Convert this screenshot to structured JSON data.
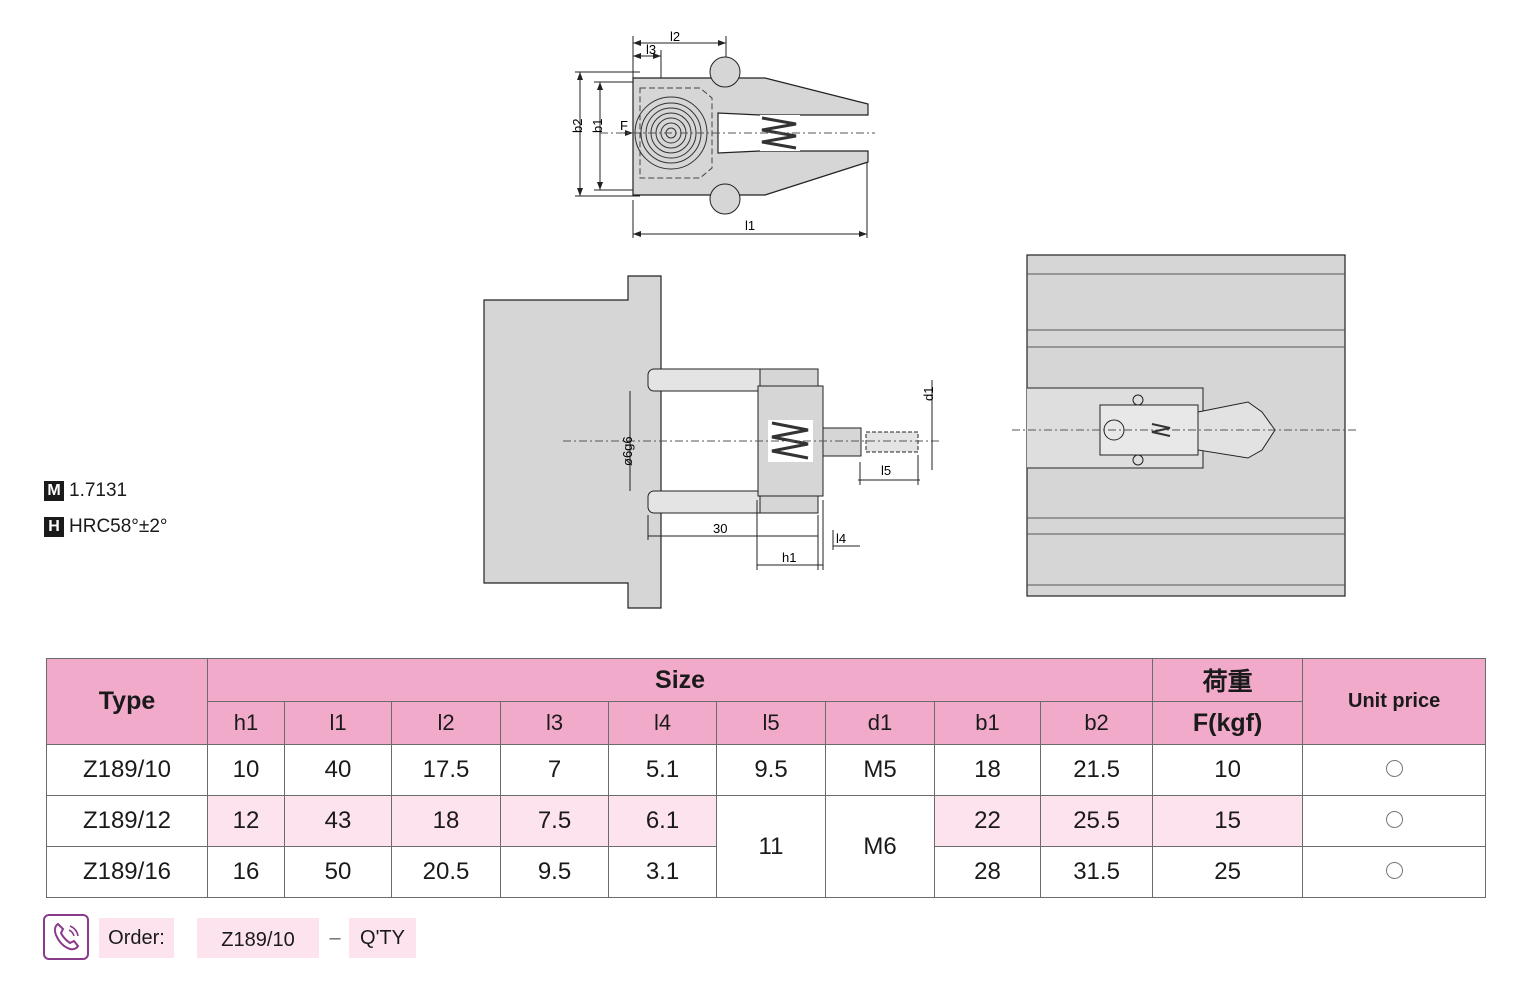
{
  "material": {
    "m_symbol": "M",
    "m_value": "1.7131",
    "h_symbol": "H",
    "h_value": "HRC58°±2°"
  },
  "drawing_labels": {
    "top": {
      "l2": "l2",
      "l3": "l3",
      "b2": "b2",
      "b1": "b1",
      "F": "F",
      "l1": "l1"
    },
    "side": {
      "d1": "d1",
      "dia": "ø6g6",
      "l5": "l5",
      "dim30": "30",
      "l4": "l4",
      "h1": "h1"
    }
  },
  "table": {
    "header": {
      "type": "Type",
      "size": "Size",
      "load_cn": "荷重",
      "load_unit": "F(kgf)",
      "unit_price": "Unit price",
      "cols": [
        "h1",
        "l1",
        "l2",
        "l3",
        "l4",
        "l5",
        "d1",
        "b1",
        "b2"
      ]
    },
    "rows": [
      {
        "type": "Z189/10",
        "h1": "10",
        "l1": "40",
        "l2": "17.5",
        "l3": "7",
        "l4": "5.1",
        "l5": "9.5",
        "d1": "M5",
        "b1": "18",
        "b2": "21.5",
        "F": "10"
      },
      {
        "type": "Z189/12",
        "h1": "12",
        "l1": "43",
        "l2": "18",
        "l3": "7.5",
        "l4": "6.1",
        "l5": "11",
        "d1": "M6",
        "b1": "22",
        "b2": "25.5",
        "F": "15"
      },
      {
        "type": "Z189/16",
        "h1": "16",
        "l1": "50",
        "l2": "20.5",
        "l3": "9.5",
        "l4": "3.1",
        "b1": "28",
        "b2": "31.5",
        "F": "25"
      }
    ]
  },
  "order": {
    "label": "Order:",
    "value": "Z189/10",
    "dash": "–",
    "qty": "Q'TY"
  },
  "colors": {
    "header_pink": "#f2aacb",
    "light_pink": "#fde3ee",
    "part_gray": "#d6d6d6",
    "icon_purple": "#8a3a8a"
  }
}
